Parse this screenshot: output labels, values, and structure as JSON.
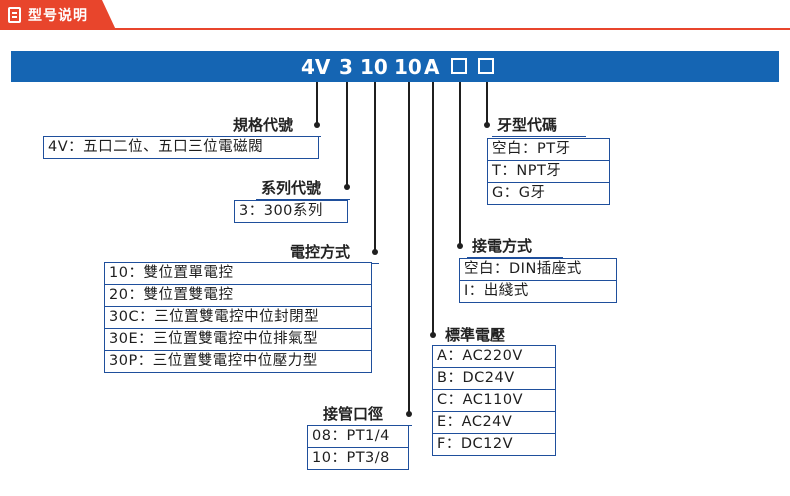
{
  "header": {
    "title": "型号说明",
    "icon": "document-icon",
    "accent": "#e8452c"
  },
  "model": {
    "bar_color": "#1565b3",
    "segments": [
      "4V",
      "3",
      "10",
      "10",
      "A"
    ],
    "placeholders": [
      "□",
      "□"
    ]
  },
  "groups": {
    "spec": {
      "title": "規格代號",
      "options": [
        "4V：五口二位、五口三位電磁閥"
      ]
    },
    "series": {
      "title": "系列代號",
      "options": [
        "3：300系列"
      ]
    },
    "control": {
      "title": "電控方式",
      "options": [
        "10：雙位置單電控",
        "20：雙位置雙電控",
        "30C：三位置雙電控中位封閉型",
        "30E：三位置雙電控中位排氣型",
        "30P：三位置雙電控中位壓力型"
      ]
    },
    "port": {
      "title": "接管口徑",
      "options": [
        "08：PT1/4",
        "10：PT3/8"
      ]
    },
    "voltage": {
      "title": "標準電壓",
      "options": [
        "A：AC220V",
        "B：DC24V",
        "C：AC110V",
        "E：AC24V",
        "F：DC12V"
      ]
    },
    "wiring": {
      "title": "接電方式",
      "options": [
        "空白：DIN插座式",
        "I：出綫式"
      ]
    },
    "thread": {
      "title": "牙型代碼",
      "options": [
        "空白：PT牙",
        "T：NPT牙",
        "G：G牙"
      ]
    }
  }
}
